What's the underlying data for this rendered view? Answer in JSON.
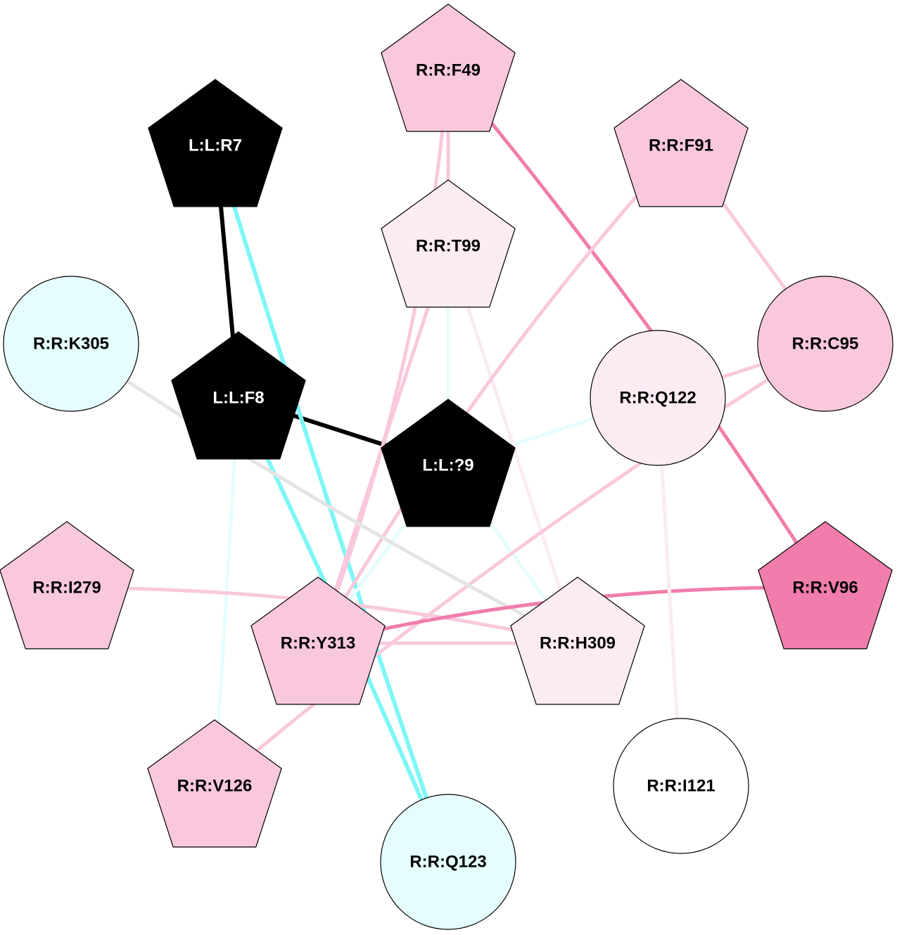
{
  "colors": {
    "black": "#000000",
    "pink_mid": "#f9c8dd",
    "pink_light": "#fbebf3",
    "pink_strong": "#f07dab",
    "cyan_light": "#e6fdfd",
    "cyan_edge": "#7ff6f6",
    "grey_edge": "#e4e4e4",
    "white": "#ffffff"
  },
  "nodes": [
    {
      "id": "F49",
      "label": "R:R:F49",
      "shape": "pentagon",
      "fill": "#f9c8dd",
      "text": "#000000"
    },
    {
      "id": "R7",
      "label": "L:L:R7",
      "shape": "pentagon",
      "fill": "#000000",
      "text": "#ffffff"
    },
    {
      "id": "F91",
      "label": "R:R:F91",
      "shape": "pentagon",
      "fill": "#f9c8dd",
      "text": "#000000"
    },
    {
      "id": "T99",
      "label": "R:R:T99",
      "shape": "pentagon",
      "fill": "#fbebf3",
      "text": "#000000"
    },
    {
      "id": "K305",
      "label": "R:R:K305",
      "shape": "circle",
      "fill": "#e6fdfd",
      "text": "#000000"
    },
    {
      "id": "C95",
      "label": "R:R:C95",
      "shape": "circle",
      "fill": "#f9c8dd",
      "text": "#000000"
    },
    {
      "id": "F8",
      "label": "L:L:F8",
      "shape": "pentagon",
      "fill": "#000000",
      "text": "#ffffff"
    },
    {
      "id": "Q122",
      "label": "R:R:Q122",
      "shape": "circle",
      "fill": "#fbebf3",
      "text": "#000000"
    },
    {
      "id": "L9",
      "label": "L:L:?9",
      "shape": "pentagon",
      "fill": "#000000",
      "text": "#ffffff"
    },
    {
      "id": "I279",
      "label": "R:R:I279",
      "shape": "pentagon",
      "fill": "#f9c8dd",
      "text": "#000000"
    },
    {
      "id": "V96",
      "label": "R:R:V96",
      "shape": "pentagon",
      "fill": "#f07dab",
      "text": "#000000"
    },
    {
      "id": "Y313",
      "label": "R:R:Y313",
      "shape": "pentagon",
      "fill": "#f9c8dd",
      "text": "#000000"
    },
    {
      "id": "H309",
      "label": "R:R:H309",
      "shape": "pentagon",
      "fill": "#fbebf3",
      "text": "#000000"
    },
    {
      "id": "V126",
      "label": "R:R:V126",
      "shape": "pentagon",
      "fill": "#f9c8dd",
      "text": "#000000"
    },
    {
      "id": "I121",
      "label": "R:R:I121",
      "shape": "circle",
      "fill": "#ffffff",
      "text": "#000000"
    },
    {
      "id": "Q123",
      "label": "R:R:Q123",
      "shape": "circle",
      "fill": "#e6fdfd",
      "text": "#000000"
    }
  ],
  "edges": [
    {
      "from": "R7",
      "to": "F8",
      "color": "#000000"
    },
    {
      "from": "F8",
      "to": "L9",
      "color": "#000000"
    },
    {
      "from": "R7",
      "to": "Q123",
      "color": "#7ff6f6"
    },
    {
      "from": "F8",
      "to": "Q123",
      "color": "#7ff6f6"
    },
    {
      "from": "F8",
      "to": "V126",
      "color": "#e6fdfd"
    },
    {
      "from": "L9",
      "to": "T99",
      "color": "#e6fdfd"
    },
    {
      "from": "L9",
      "to": "Q122",
      "color": "#e6fdfd"
    },
    {
      "from": "L9",
      "to": "Y313",
      "color": "#e6fdfd"
    },
    {
      "from": "L9",
      "to": "H309",
      "color": "#e6fdfd"
    },
    {
      "from": "F49",
      "to": "T99",
      "color": "#f9c8dd"
    },
    {
      "from": "F49",
      "to": "Y313",
      "color": "#f9c8dd"
    },
    {
      "from": "F49",
      "to": "V96",
      "color": "#f07dab"
    },
    {
      "from": "T99",
      "to": "Y313",
      "color": "#f9c8dd"
    },
    {
      "from": "T99",
      "to": "H309",
      "color": "#fbebf3"
    },
    {
      "from": "F91",
      "to": "C95",
      "color": "#f9c8dd"
    },
    {
      "from": "F91",
      "to": "Y313",
      "color": "#f9c8dd"
    },
    {
      "from": "C95",
      "to": "Q122",
      "color": "#f9c8dd"
    },
    {
      "from": "C95",
      "to": "V126",
      "color": "#f9c8dd"
    },
    {
      "from": "K305",
      "to": "H309",
      "color": "#e4e4e4"
    },
    {
      "from": "I279",
      "to": "H309",
      "color": "#f9c8dd"
    },
    {
      "from": "Y313",
      "to": "V96",
      "color": "#f07dab"
    },
    {
      "from": "Y313",
      "to": "H309",
      "color": "#f9c8dd"
    },
    {
      "from": "Q122",
      "to": "I121",
      "color": "#fbebf3"
    }
  ]
}
